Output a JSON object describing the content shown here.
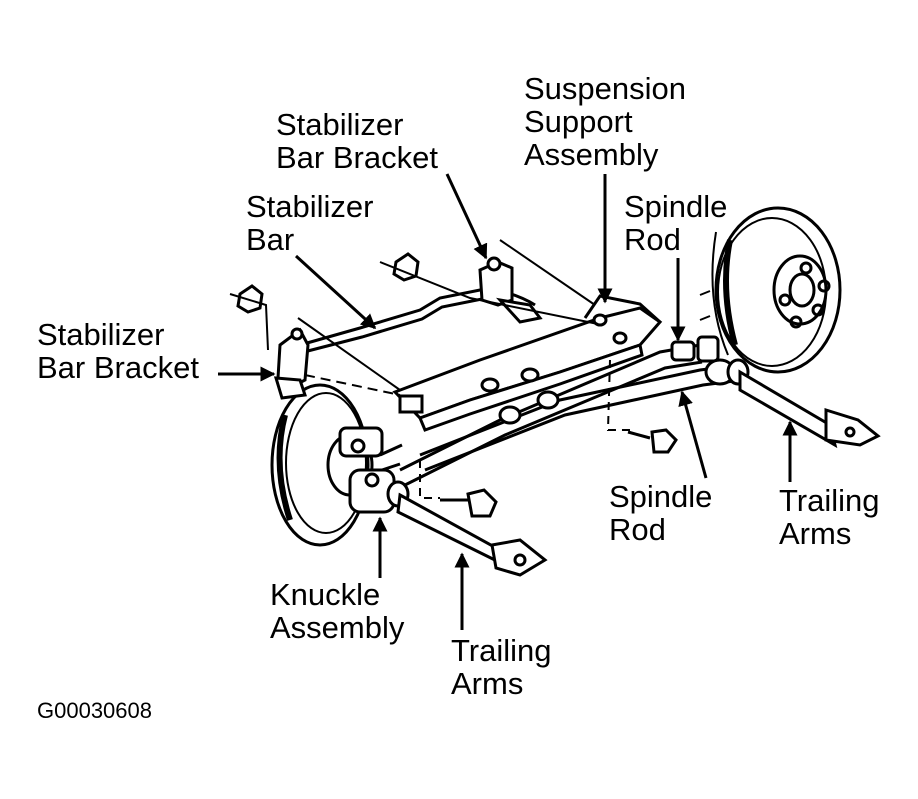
{
  "labels": {
    "suspension_support": [
      "Suspension",
      "Support",
      "Assembly"
    ],
    "stabilizer_bracket_top": [
      "Stabilizer",
      "Bar Bracket"
    ],
    "stabilizer_bar": [
      "Stabilizer",
      "Bar"
    ],
    "spindle_rod_top": [
      "Spindle",
      "Rod"
    ],
    "stabilizer_bracket_left": [
      "Stabilizer",
      "Bar Bracket"
    ],
    "spindle_rod_bottom": [
      "Spindle",
      "Rod"
    ],
    "trailing_arms_right": [
      "Trailing",
      "Arms"
    ],
    "knuckle_assembly": [
      "Knuckle",
      "Assembly"
    ],
    "trailing_arms_bottom": [
      "Trailing",
      "Arms"
    ]
  },
  "figure_code": "G00030608",
  "colors": {
    "ink": "#000000",
    "paper": "#ffffff"
  }
}
